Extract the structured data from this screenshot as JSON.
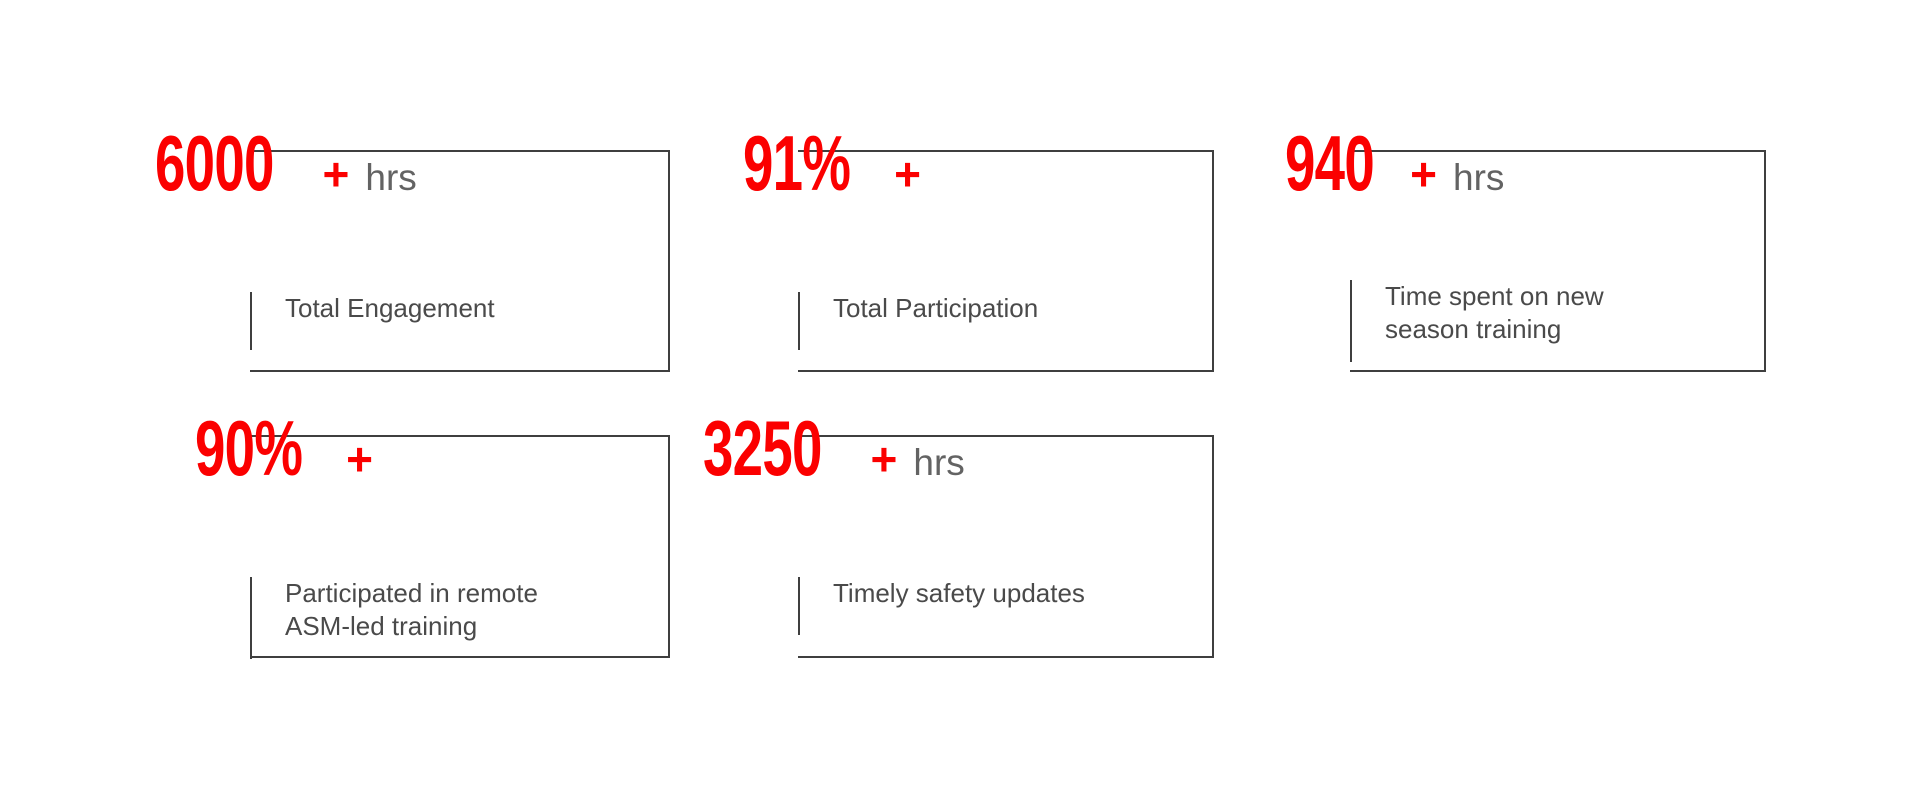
{
  "page": {
    "background": "#ffffff",
    "accent_red": "#fb0000",
    "border_gray": "#3f3f3f",
    "unit_gray": "#636363",
    "desc_gray": "#4a4a4a"
  },
  "stats": [
    {
      "id": "total-engagement",
      "value": "6000",
      "plus": "+",
      "unit": "hrs",
      "description": "Total Engagement"
    },
    {
      "id": "total-participation",
      "value": "91%",
      "plus": "+",
      "unit": "",
      "description": "Total Participation"
    },
    {
      "id": "new-season-training",
      "value": "940",
      "plus": "+",
      "unit": "hrs",
      "description": "Time spent on new\nseason training"
    },
    {
      "id": "remote-asm-training",
      "value": "90%",
      "plus": "+",
      "unit": "",
      "description": "Participated in remote\nASM-led training"
    },
    {
      "id": "timely-safety-updates",
      "value": "3250",
      "plus": "+",
      "unit": "hrs",
      "description": "Timely safety updates"
    }
  ]
}
